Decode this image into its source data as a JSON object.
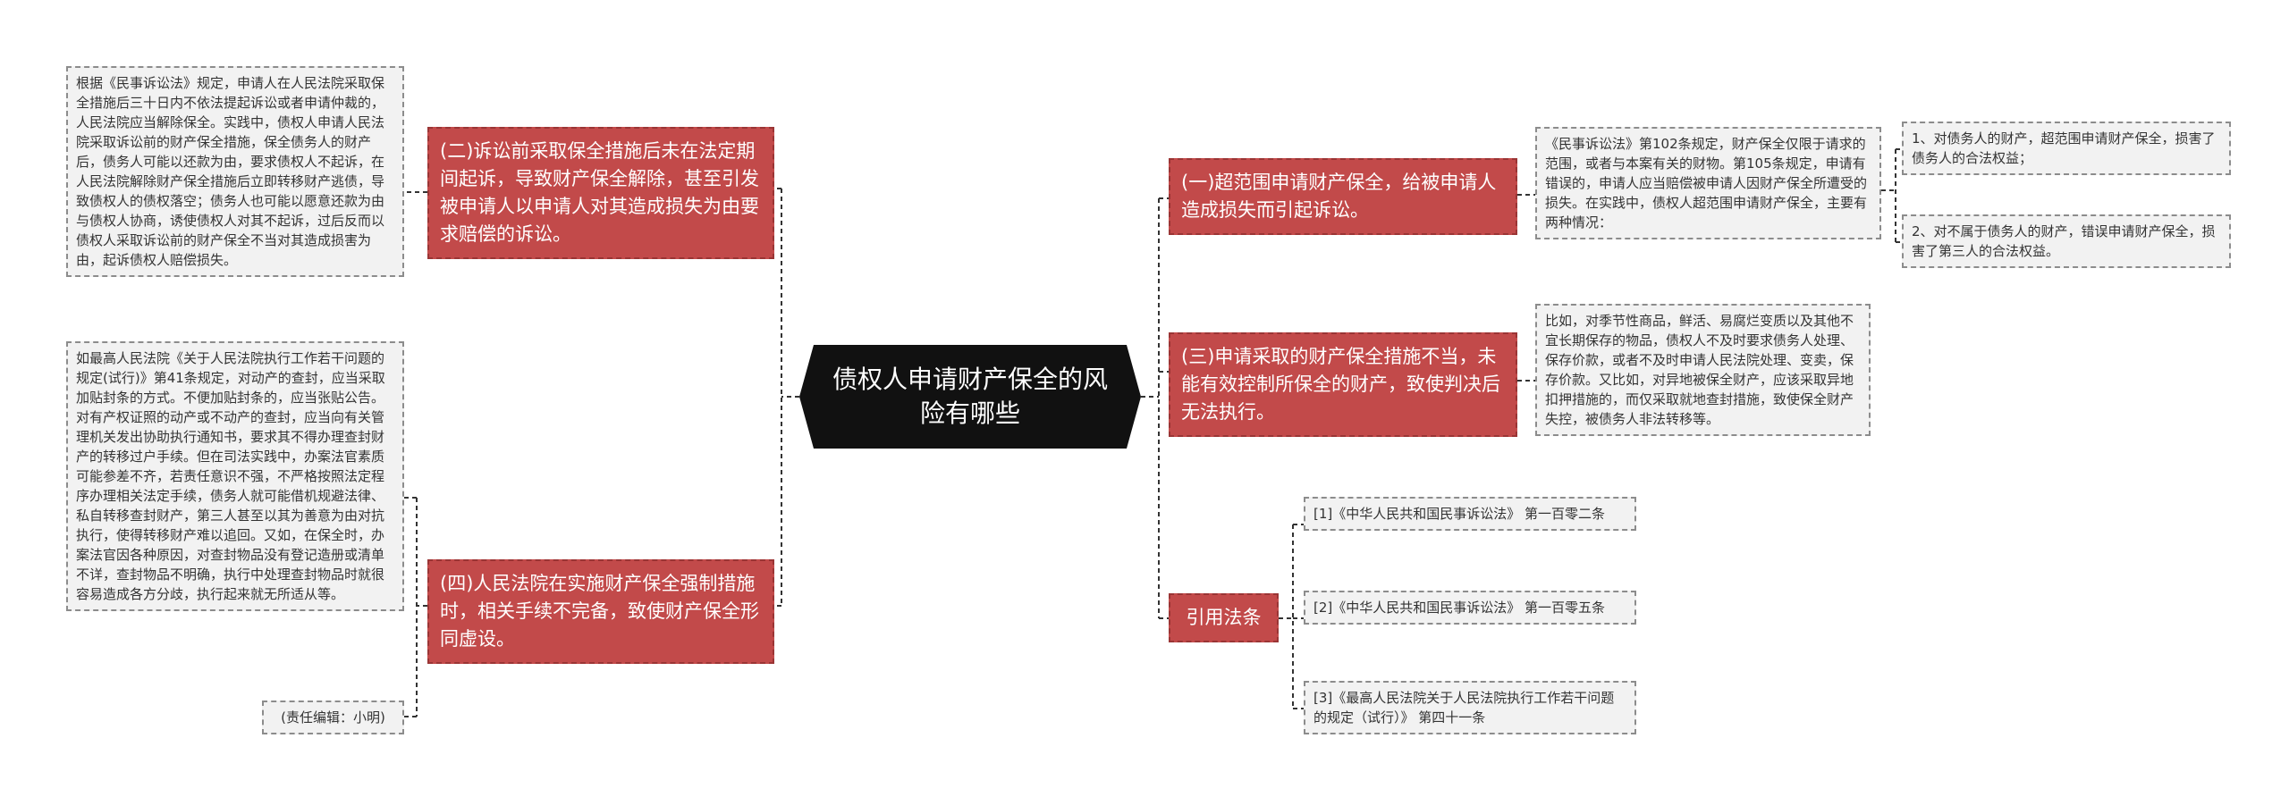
{
  "center": {
    "title": "债权人申请财产保全的风险有哪些"
  },
  "topics": {
    "t1": "(一)超范围申请财产保全，给被申请人造成损失而引起诉讼。",
    "t2": "(二)诉讼前采取保全措施后未在法定期间起诉，导致财产保全解除，甚至引发被申请人以申请人对其造成损失为由要求赔偿的诉讼。",
    "t3": "(三)申请采取的财产保全措施不当，未能有效控制所保全的财产，致使判决后无法执行。",
    "t4": "(四)人民法院在实施财产保全强制措施时，相关手续不完备，致使财产保全形同虚设。",
    "t5": "引用法条"
  },
  "leaves": {
    "l1": "《民事诉讼法》第102条规定，财产保全仅限于请求的范围，或者与本案有关的财物。第105条规定，申请有错误的，申请人应当赔偿被申请人因财产保全所遭受的损失。在实践中，债权人超范围申请财产保全，主要有两种情况：",
    "l1a": "1、对债务人的财产，超范围申请财产保全，损害了债务人的合法权益；",
    "l1b": "2、对不属于债务人的财产，错误申请财产保全，损害了第三人的合法权益。",
    "l2": "根据《民事诉讼法》规定，申请人在人民法院采取保全措施后三十日内不依法提起诉讼或者申请仲裁的，人民法院应当解除保全。实践中，债权人申请人民法院采取诉讼前的财产保全措施，保全债务人的财产后，债务人可能以还款为由，要求债权人不起诉，在人民法院解除财产保全措施后立即转移财产逃债，导致债权人的债权落空；债务人也可能以愿意还款为由与债权人协商，诱使债权人对其不起诉，过后反而以债权人采取诉讼前的财产保全不当对其造成损害为由，起诉债权人赔偿损失。",
    "l3": "比如，对季节性商品，鲜活、易腐烂变质以及其他不宜长期保存的物品，债权人不及时要求债务人处理、保存价款，或者不及时申请人民法院处理、变卖，保存价款。又比如，对异地被保全财产，应该采取异地扣押措施的，而仅采取就地查封措施，致使保全财产失控，被债务人非法转移等。",
    "l4": "如最高人民法院《关于人民法院执行工作若干问题的规定(试行)》第41条规定，对动产的查封，应当采取加贴封条的方式。不便加贴封条的，应当张贴公告。对有产权证照的动产或不动产的查封，应当向有关管理机关发出协助执行通知书，要求其不得办理查封财产的转移过户手续。但在司法实践中，办案法官素质可能参差不齐，若责任意识不强，不严格按照法定程序办理相关法定手续，债务人就可能借机规避法律、私自转移查封财产，第三人甚至以其为善意为由对抗执行，使得转移财产难以追回。又如，在保全时，办案法官因各种原因，对查封物品没有登记造册或清单不详，查封物品不明确，执行中处理查封物品时就很容易造成各方分歧，执行起来就无所适从等。",
    "l4a": "(责任编辑：小明)",
    "r1": "[1]《中华人民共和国民事诉讼法》 第一百零二条",
    "r2": "[2]《中华人民共和国民事诉讼法》 第一百零五条",
    "r3": "[3]《最高人民法院关于人民法院执行工作若干问题的规定（试行）》 第四十一条"
  },
  "colors": {
    "center": "#111111",
    "topic": "#c24a4a",
    "leaf": "#f2f2f2",
    "edge": "#333333"
  }
}
